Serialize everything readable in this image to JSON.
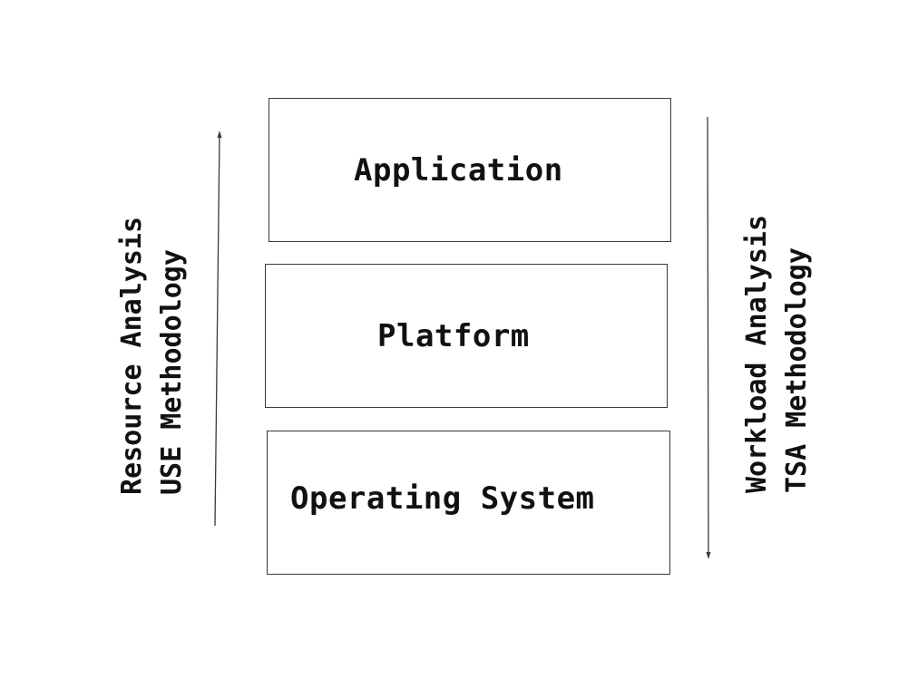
{
  "layers": {
    "application": "Application",
    "platform": "Platform",
    "operating_system": "Operating System"
  },
  "left": {
    "line1": "Resource Analysis",
    "line2": "USE Methodology",
    "direction": "up"
  },
  "right": {
    "line1": "Workload Analysis",
    "line2": "TSA Methodology",
    "direction": "down"
  },
  "colors": {
    "stroke": "#3a3a3a",
    "text": "#111111",
    "background": "#ffffff"
  }
}
